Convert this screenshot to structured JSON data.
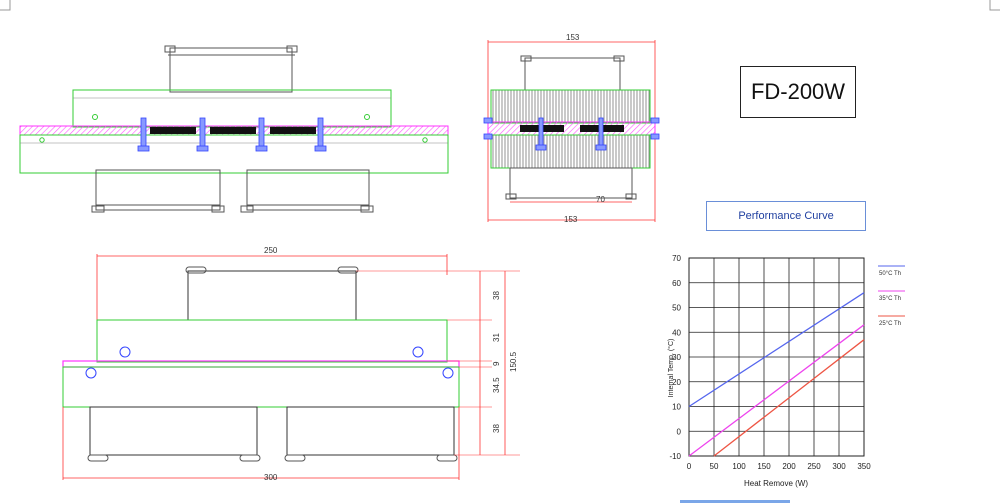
{
  "model_label": "FD-200W",
  "perf_title": "Performance   Curve",
  "dims": {
    "top_middle_width_top": "153",
    "top_middle_width_bottom": "153",
    "top_middle_inner": "70",
    "front_top_width": "250",
    "front_bottom_width": "300",
    "front_right_38a": "38",
    "front_right_31": "31",
    "front_right_9": "9",
    "front_right_345": "34.5",
    "front_right_38b": "38",
    "front_total": "150.5"
  },
  "colors": {
    "outline": "#555555",
    "green": "#33cc33",
    "magenta": "#ff33ff",
    "red": "#ff3333",
    "blue": "#3344ff",
    "violet": "#a040ff"
  },
  "chart_data": {
    "type": "line",
    "xlabel": "Heat Remove (W)",
    "ylabel": "Internal Temp. (°C)",
    "xlim": [
      0,
      350
    ],
    "ylim": [
      -10,
      70
    ],
    "x_ticks": [
      "0",
      "50",
      "100",
      "150",
      "200",
      "250",
      "300",
      "350"
    ],
    "y_ticks": [
      "-10",
      "0",
      "10",
      "20",
      "30",
      "40",
      "50",
      "60",
      "70"
    ],
    "grid": true,
    "legend_position": "right",
    "series": [
      {
        "name": "50°C Th",
        "color": "#5566ee",
        "x": [
          0,
          350
        ],
        "y": [
          10,
          56
        ]
      },
      {
        "name": "35°C Th",
        "color": "#ee44ee",
        "x": [
          0,
          350
        ],
        "y": [
          -10,
          43
        ]
      },
      {
        "name": "25°C Th",
        "color": "#ee5544",
        "x": [
          50,
          350
        ],
        "y": [
          -10,
          37
        ]
      }
    ]
  }
}
